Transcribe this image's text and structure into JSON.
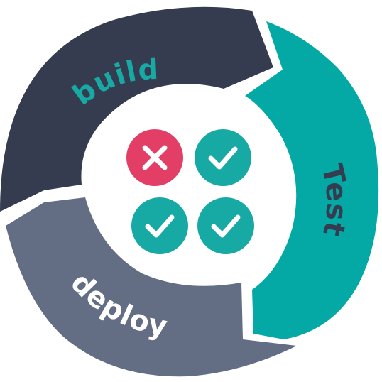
{
  "stages": {
    "build": {
      "label": "build",
      "segment_color": "#363c4f",
      "label_color": "#17a9a4"
    },
    "test": {
      "label": "Test",
      "segment_color": "#04a9a5",
      "label_color": "#363c4f"
    },
    "deploy": {
      "label": "deploy",
      "segment_color": "#636d84",
      "label_color": "#ffffff"
    }
  },
  "status_grid": [
    {
      "status": "fail",
      "icon": "x-mark-icon",
      "color": "#e33e66"
    },
    {
      "status": "pass",
      "icon": "check-mark-icon",
      "color": "#17a9a4"
    },
    {
      "status": "pass",
      "icon": "check-mark-icon",
      "color": "#17a9a4"
    },
    {
      "status": "pass",
      "icon": "check-mark-icon",
      "color": "#17a9a4"
    }
  ]
}
